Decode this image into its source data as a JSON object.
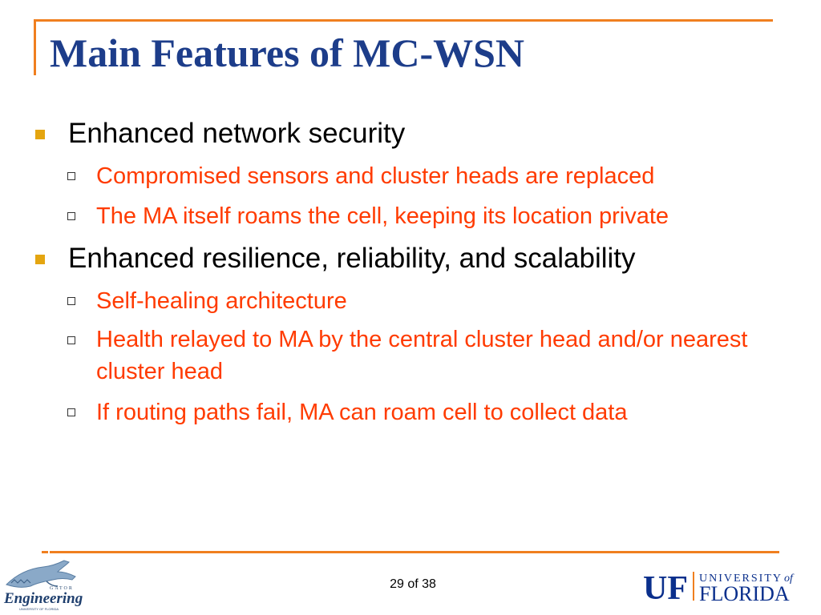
{
  "slide": {
    "title": "Main Features of MC-WSN",
    "bullets": [
      {
        "text": "Enhanced network security",
        "subs": [
          "Compromised sensors and cluster heads are replaced",
          "The MA itself roams the cell, keeping its location private"
        ]
      },
      {
        "text": "Enhanced resilience, reliability, and scalability",
        "subs": [
          "Self-healing architecture",
          "Health relayed to MA by the central cluster head and/or nearest cluster head",
          "If routing paths fail, MA can roam cell to collect data"
        ]
      }
    ]
  },
  "footer": {
    "page": "29 of 38",
    "left_logo": {
      "icon": "gator-engineering-logo",
      "wordmark": "Engineering",
      "arc": "GATOR",
      "tagline": "UNIVERSITY OF FLORIDA"
    },
    "right_logo": {
      "icon": "uf-logo",
      "mark": "UF",
      "line1": "UNIVERSITY",
      "of": "of",
      "line2": "FLORIDA"
    }
  },
  "colors": {
    "title": "#1d3d8a",
    "accent_orange": "#f07f1f",
    "sub_bullet_text": "#ff3b00",
    "bullet_square": "#e4a510"
  }
}
